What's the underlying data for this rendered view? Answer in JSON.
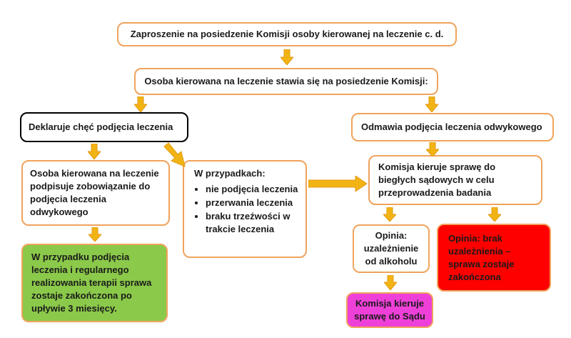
{
  "boxes": {
    "invitation": "Zaproszenie na posiedzenie Komisji osoby kierowanej na leczenie c. d.",
    "appears": "Osoba kierowana na leczenie stawia się na posiedzenie Komisji:",
    "declares": "Deklaruje chęć podjęcia leczenia",
    "refuses": "Odmawia podjęcia leczenia odwykowego",
    "signs": "Osoba kierowana na leczenie podpisuje zobowiązanie do podjęcia leczenia odwykowego",
    "cases_title": "W przypadkach:",
    "cases": [
      "nie podjęcia leczenia",
      "przerwania leczenia",
      "braku trzeźwości w trakcie leczenia"
    ],
    "experts": "Komisja kieruje sprawę do biegłych sądowych w celu przeprowadzenia badania",
    "opinion_addicted": "Opinia: uzależnienie od alkoholu",
    "opinion_not": "Opinia: brak uzależnienia – sprawa zostaje zakończona",
    "completed": "W przypadku podjęcia leczenia i regularnego realizowania terapii sprawa zostaje zakończona po upływie 3 miesięcy.",
    "court": "Komisja kieruje sprawę do Sądu"
  },
  "colors": {
    "border": "#f0a35c",
    "arrow": "#f2b415",
    "green": "#8bc94a",
    "red": "#ff0000",
    "magenta": "#ee40d8"
  }
}
